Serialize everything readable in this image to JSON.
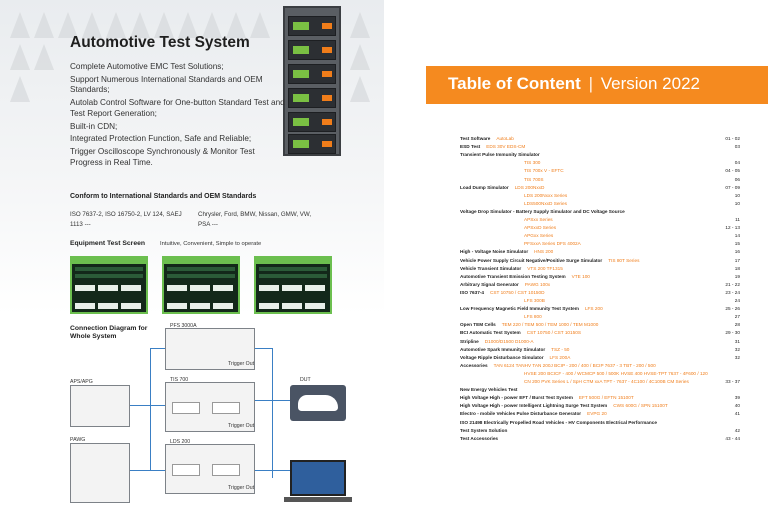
{
  "left": {
    "title": "Automotive Test System",
    "features": [
      "Complete Automotive EMC Test Solutions;",
      "Support Numerous International Standards and OEM Standards;",
      "Autolab Control Software for One-button Standard Test and Test Report Generation;",
      "Built-in CDN;",
      "Integrated Protection Function, Safe and Reliable;",
      "Trigger Oscilloscope Synchronously & Monitor Test Progress in Real Time."
    ],
    "conform_heading": "Conform to International Standards and OEM Standards",
    "standards_iso": "ISO 7637-2, ISO 16750-2, LV 124, SAEJ 1113 ---",
    "standards_oem": "Chrysler, Ford, BMW, Nissan, GMW, VW, PSA ---",
    "equipment_heading": "Equipment Test Screen",
    "equipment_sub": "Intuitive, Convenient, Simple to operate",
    "connection_heading": "Connection Diagram for Whole System",
    "diagram": {
      "pfs": "PFS 3000A",
      "tis": "TIS 700",
      "lds": "LDS 200",
      "apsapg": "APS/APG",
      "pawg": "PAWG",
      "dut": "DUT",
      "trigger": "Trigger Out"
    }
  },
  "toc": {
    "title_bold": "Table of Content",
    "separator": "|",
    "version": "Version 2022",
    "rows": [
      {
        "label": "Test Software",
        "sub": "AutoLab",
        "page": "01 - 02"
      },
      {
        "label": "ESD Test",
        "sub": "EDS 30V  EDS-CM",
        "page": "03"
      },
      {
        "label": "Transient Pulse Immunity Simulator",
        "sub": "",
        "page": ""
      },
      {
        "label": "",
        "sub": "TIS 300",
        "page": "04"
      },
      {
        "label": "",
        "sub": "TIS 700x   V - EFTC",
        "page": "04 - 05"
      },
      {
        "label": "",
        "sub": "TIS 700S",
        "page": "06"
      },
      {
        "label": "Load Dump Simulator",
        "sub": "LDS 200NxxD",
        "page": "07 - 09"
      },
      {
        "label": "",
        "sub": "LDS 200Nxxx Series",
        "page": "10"
      },
      {
        "label": "",
        "sub": "LDS500NxxD Series",
        "page": "10"
      },
      {
        "label": "Voltage Drop Simulator - Battery Supply Simulator and DC Voltage Source",
        "sub": "",
        "page": ""
      },
      {
        "label": "",
        "sub": "APSxx Series",
        "page": "11"
      },
      {
        "label": "",
        "sub": "APSxxD Series",
        "page": "12 - 13"
      },
      {
        "label": "",
        "sub": "APGxx Series",
        "page": "14"
      },
      {
        "label": "",
        "sub": "PFSxxA Series   DFS 4002A",
        "page": "15"
      },
      {
        "label": "High - Voltage Noise Simulator",
        "sub": "HNS 200",
        "page": "16"
      },
      {
        "label": "Vehicle Power Supply Circuit Negative/Positive Surge Simulator",
        "sub": "TIS 80T Series",
        "page": "17"
      },
      {
        "label": "Vehicle Transient Simulator",
        "sub": "VTS 200  TF1315",
        "page": "18"
      },
      {
        "label": "Automotive Transient Emission Testing System",
        "sub": "VTE 100",
        "page": "19"
      },
      {
        "label": "Arbitrary Signal Generator",
        "sub": "PAWG 100x",
        "page": "21 - 22"
      },
      {
        "label": "ISO 7637-4",
        "sub": "CST 10750 / CST 10150D",
        "page": "23 - 24"
      },
      {
        "label": "",
        "sub": "LFS 300B",
        "page": "24"
      },
      {
        "label": "Low Frequency Magnetic Field Immunity Test System",
        "sub": "LFS 200",
        "page": "25 - 26"
      },
      {
        "label": "",
        "sub": "LFS 800",
        "page": "27"
      },
      {
        "label": "Open TEM Cells",
        "sub": "TEM 220 / TEM 500 / TEM 1000 / TEM M1000",
        "page": "28"
      },
      {
        "label": "BCI Automatic Test System",
        "sub": "CST 10750 / CST 10150S",
        "page": "29 - 30"
      },
      {
        "label": "Stripline",
        "sub": "D1000/D1500  D1000-A",
        "page": "31"
      },
      {
        "label": "Automotive Spark Immunity Simulator",
        "sub": "TSZ - 50",
        "page": "32"
      },
      {
        "label": "Voltage Ripple Disturbance Simulator",
        "sub": "LFS 200A",
        "page": "32"
      },
      {
        "label": "Accessories",
        "sub": "TAN 6124  TANHV TAN 200J  BCIP - 200 / 400 / BCIP 7637 - 3  TBT - 200 / 500",
        "page": ""
      },
      {
        "label": "",
        "sub": "HVSE 200  BCICF - 400 / WCMCP 500 / 500K  HVSE 400  HVSE-TPT  7637 - 4F600 / 120",
        "page": ""
      },
      {
        "label": "",
        "sub": "CN 200  PVK Series  L / SpH  CTM xxA TPT - 7637 - 4C100 / 4C100B  CM Series",
        "page": "33 - 37"
      },
      {
        "label": "New Energy Vehicles Test",
        "sub": "",
        "page": ""
      },
      {
        "label": "High Voltage High - power EFT / Burst Test System",
        "sub": "EFT 500G / EFTN 15100T",
        "page": "39"
      },
      {
        "label": "High Voltage High - power Intelligent Lightning Surge Test System",
        "sub": "CWS 600G / SPN 15100T",
        "page": "40"
      },
      {
        "label": "Electro - mobile Vehicles Pulse Disturbance Generator",
        "sub": "EVPG 20",
        "page": "41"
      },
      {
        "label": "ISO 21498 Electrically Propelled Road Vehicles - HV Components Electrical Performance",
        "sub": "",
        "page": ""
      },
      {
        "label": "Test System Solution",
        "sub": "",
        "page": "42"
      },
      {
        "label": "Test Accessories",
        "sub": "",
        "page": "43 - 44"
      }
    ]
  },
  "colors": {
    "accent_orange": "#f58a1f",
    "sub_orange": "#f07d1a",
    "screen_green": "#6cbf4f",
    "wire_blue": "#3a7fc4"
  }
}
